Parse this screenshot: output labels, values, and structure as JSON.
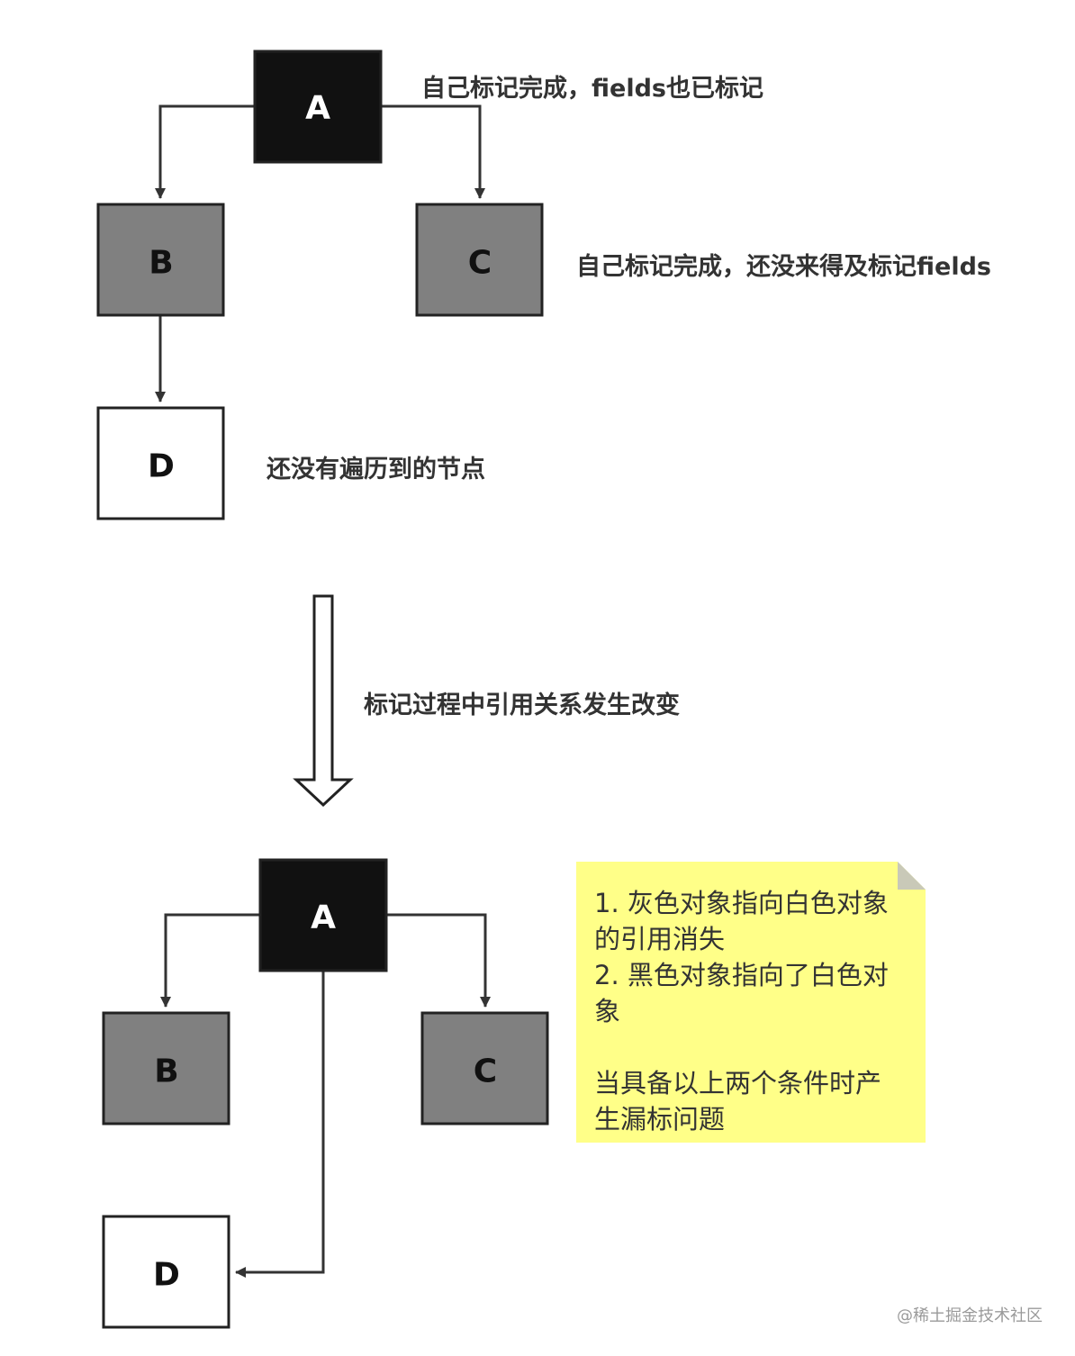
{
  "top_graph": {
    "nodes": [
      {
        "label": "A",
        "fill": "#111111",
        "text_color": "#ffffff"
      },
      {
        "label": "B",
        "fill": "#808080",
        "text_color": "#111111"
      },
      {
        "label": "C",
        "fill": "#808080",
        "text_color": "#111111"
      },
      {
        "label": "D",
        "fill": "#ffffff",
        "text_color": "#111111"
      }
    ],
    "annotations": {
      "a": "自己标记完成，fields也已标记",
      "c": "自己标记完成，还没来得及标记fields",
      "d": "还没有遍历到的节点"
    },
    "edges": [
      {
        "from": "A",
        "to": "B"
      },
      {
        "from": "A",
        "to": "C"
      },
      {
        "from": "B",
        "to": "D"
      }
    ]
  },
  "transition": {
    "label": "标记过程中引用关系发生改变"
  },
  "bottom_graph": {
    "nodes": [
      {
        "label": "A",
        "fill": "#111111",
        "text_color": "#ffffff"
      },
      {
        "label": "B",
        "fill": "#808080",
        "text_color": "#111111"
      },
      {
        "label": "C",
        "fill": "#808080",
        "text_color": "#111111"
      },
      {
        "label": "D",
        "fill": "#ffffff",
        "text_color": "#111111"
      }
    ],
    "edges": [
      {
        "from": "A",
        "to": "B"
      },
      {
        "from": "A",
        "to": "C"
      },
      {
        "from": "A",
        "to": "D"
      }
    ]
  },
  "note": {
    "text": "1. 灰色对象指向白色对象的引用消失\n2. 黑色对象指向了白色对象\n\n当具备以上两个条件时产生漏标问题",
    "background": "#ffff88"
  },
  "watermark": "@稀土掘金技术社区"
}
